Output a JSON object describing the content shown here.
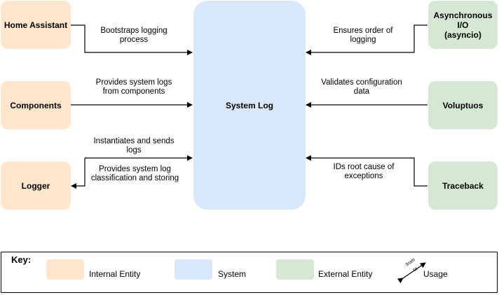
{
  "nodes": {
    "home_assistant": "Home Assistant",
    "components": "Components",
    "logger": "Logger",
    "system_log": "System Log",
    "asyncio": "Asynchronous\nI/O\n(asyncio)",
    "voluptuos": "Voluptuos",
    "traceback": "Traceback"
  },
  "edges": {
    "home_assistant": "Bootstraps logging\nprocess",
    "components": "Provides system logs\nfrom components",
    "logger_to_system": "Instantiates and sends\nlogs",
    "system_to_logger": "Provides system log\nclassification and storing",
    "asyncio": "Ensures order of\nlogging",
    "voluptuos": "Validates configuration\ndata",
    "traceback": "IDs root cause of\nexceptions"
  },
  "key": {
    "title": "Key:",
    "internal": "Internal Entity",
    "system": "System",
    "external": "External Entity",
    "usage": "Usage",
    "from": "from",
    "to": "to"
  },
  "colors": {
    "internal": "#FFE6CC",
    "system": "#DAE8FC",
    "external": "#D5E8D4"
  }
}
